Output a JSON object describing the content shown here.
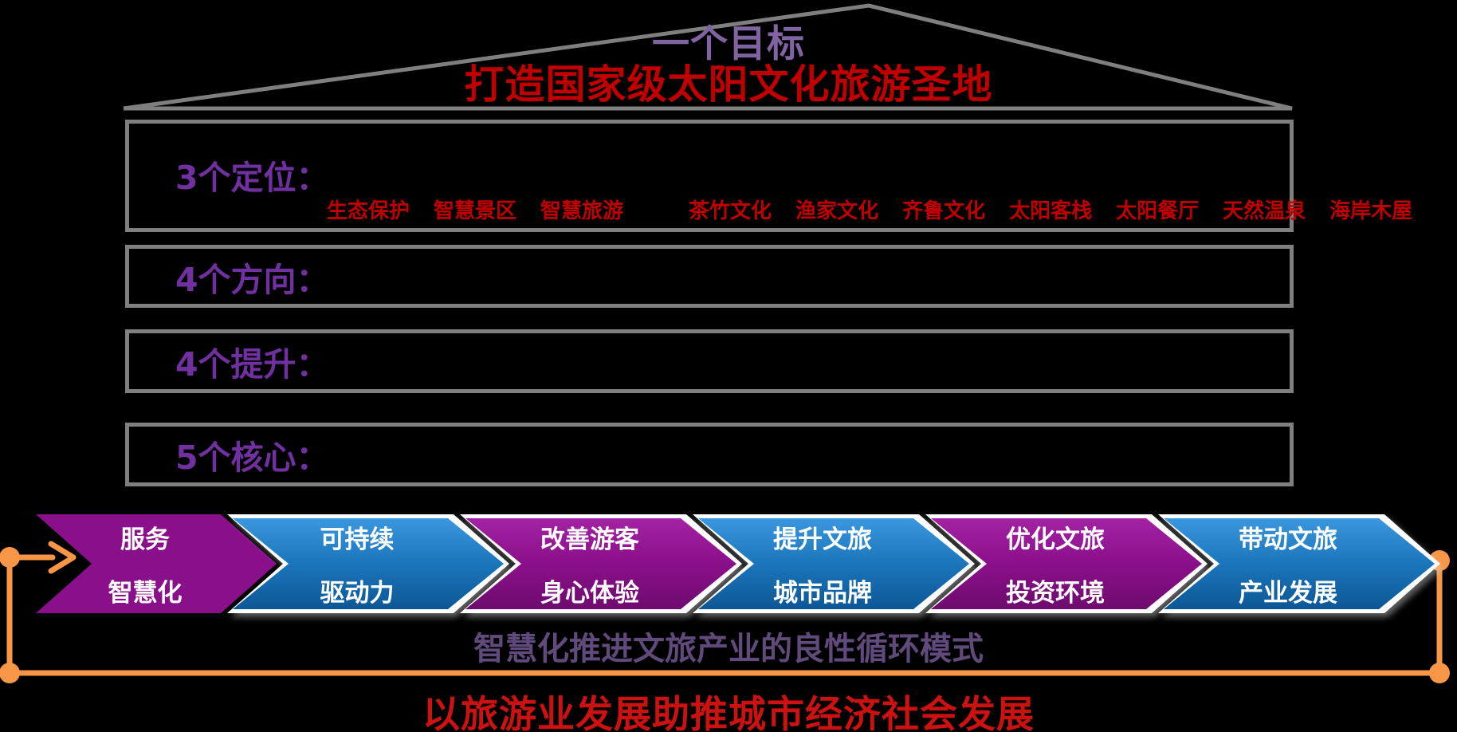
{
  "colors": {
    "bg": "#000000",
    "border": "#7F7F7F",
    "title_purple": "#8064A2",
    "heading_red": "#C00000",
    "label_purple": "#7030A0",
    "item_red": "#C00000",
    "chev_purple": "#8A0F8A",
    "chev_blue": "#1B75BB",
    "orange": "#F79646",
    "caption_purple": "#604A7B",
    "footer_red": "#CC1111"
  },
  "roof": {
    "title": "一个目标",
    "subtitle": "打造国家级太阳文化旅游圣地"
  },
  "sections": [
    {
      "label": "3个定位：",
      "items": [
        "生态保护",
        "智慧景区",
        "智慧旅游",
        "茶竹文化",
        "渔家文化",
        "齐鲁文化",
        "太阳客栈",
        "太阳餐厅",
        "天然温泉",
        "海岸木屋"
      ]
    },
    {
      "label": "4个方向："
    },
    {
      "label": "4个提升："
    },
    {
      "label": "5个核心："
    }
  ],
  "chevrons": [
    {
      "line1": "服务",
      "line2": "智慧化",
      "color": "purple"
    },
    {
      "line1": "可持续",
      "line2": "驱动力",
      "color": "blue"
    },
    {
      "line1": "改善游客",
      "line2": "身心体验",
      "color": "purple"
    },
    {
      "line1": "提升文旅",
      "line2": "城市品牌",
      "color": "blue"
    },
    {
      "line1": "优化文旅",
      "line2": "投资环境",
      "color": "purple"
    },
    {
      "line1": "带动文旅",
      "line2": "产业发展",
      "color": "blue"
    }
  ],
  "loop_caption": "智慧化推进文旅产业的良性循环模式",
  "footer": "以旅游业发展助推城市经济社会发展"
}
